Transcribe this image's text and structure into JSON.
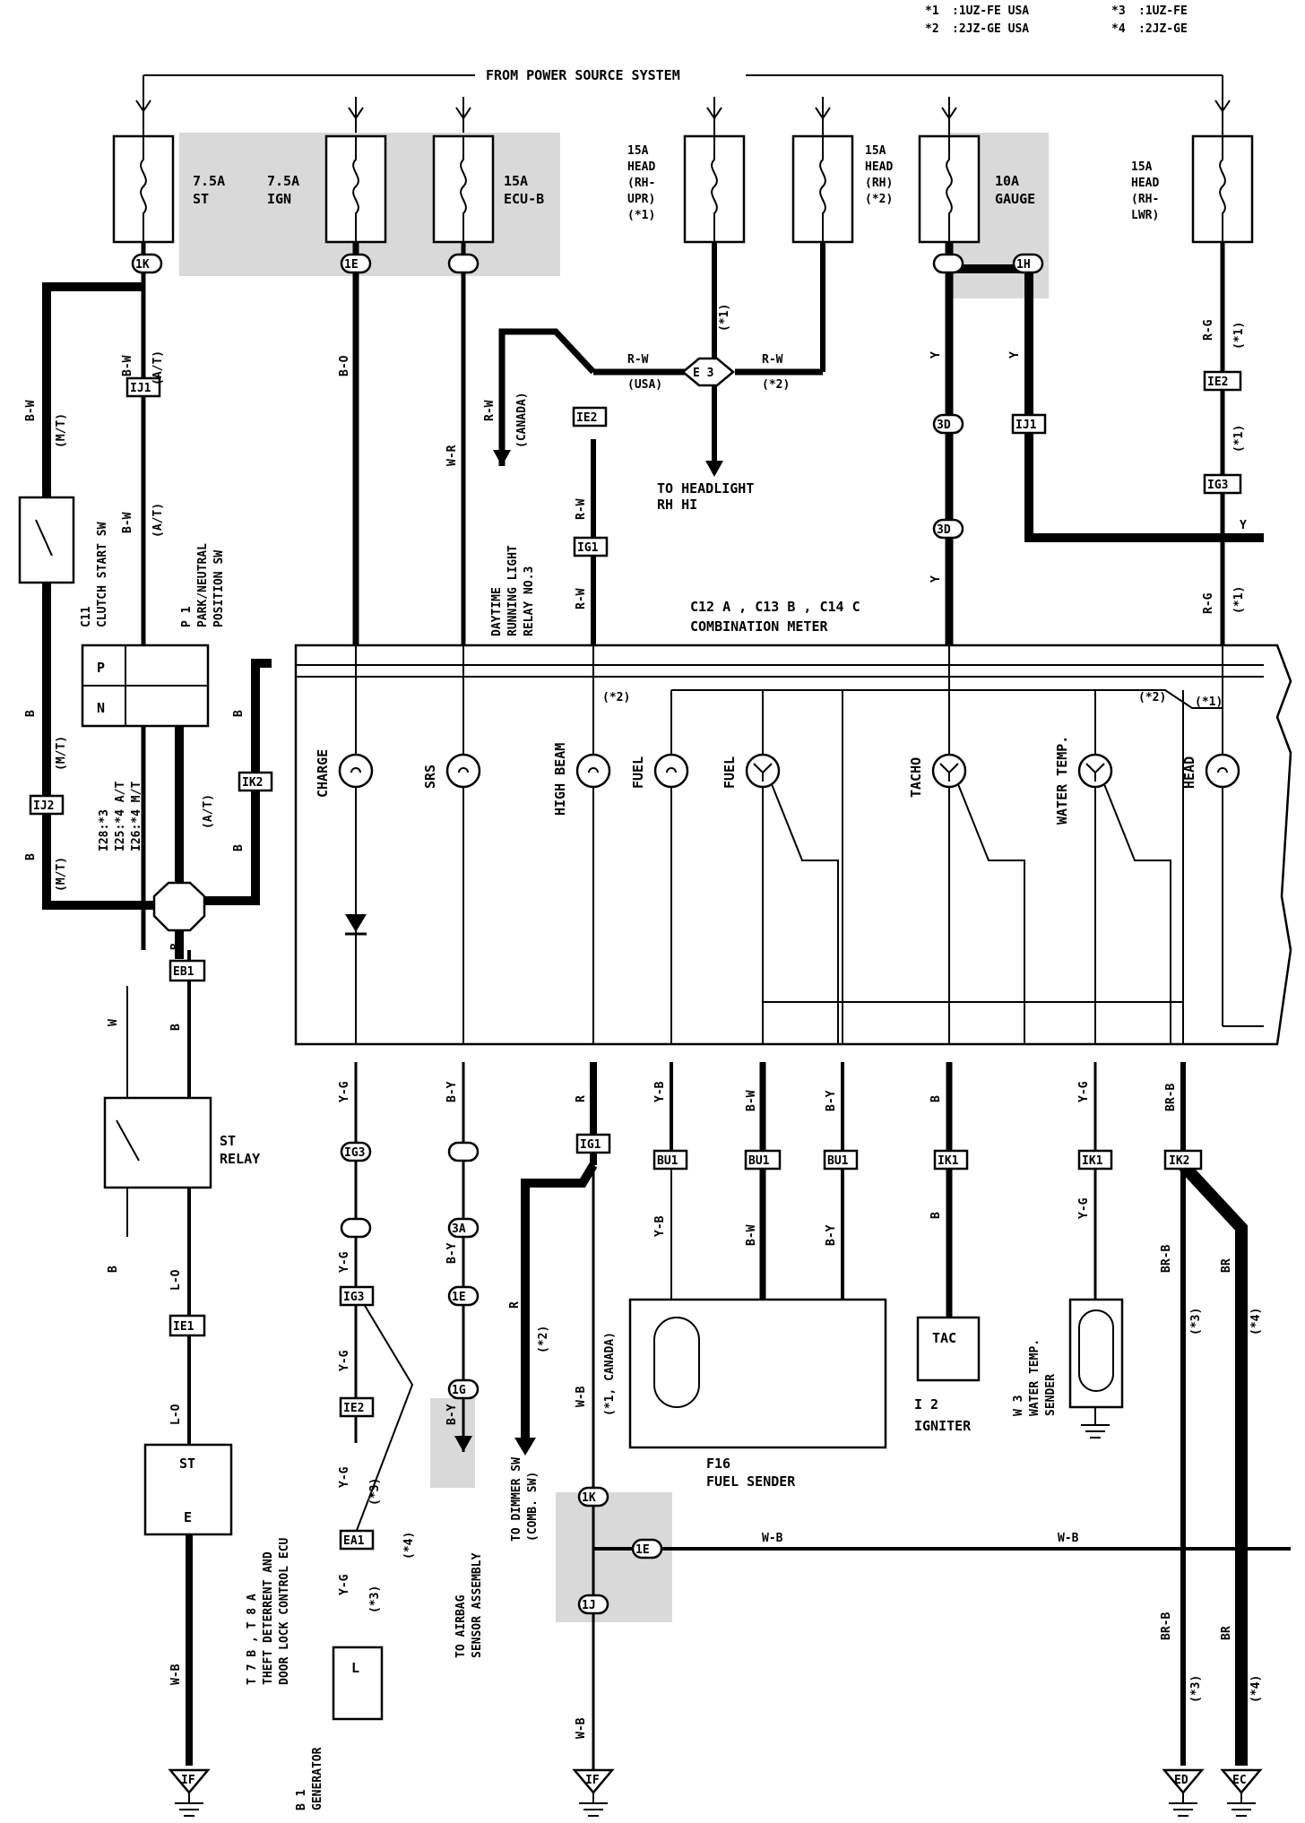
{
  "legend": [
    {
      "code": "*1",
      "text": ":1UZ-FE USA"
    },
    {
      "code": "*3",
      "text": ":1UZ-FE"
    },
    {
      "code": "*2",
      "text": ":2JZ-GE USA"
    },
    {
      "code": "*4",
      "text": ":2JZ-GE"
    }
  ],
  "power_source": "FROM POWER SOURCE SYSTEM",
  "fuses": [
    {
      "id": "fuse-st",
      "rating": "7.5A",
      "name": "ST"
    },
    {
      "id": "fuse-ign",
      "rating": "7.5A",
      "name": "IGN"
    },
    {
      "id": "fuse-ecu-b",
      "rating": "15A",
      "name": "ECU-B"
    },
    {
      "id": "fuse-head-rh-upr",
      "lines": [
        "15A",
        "HEAD",
        "(RH-",
        "UPR)",
        "(*1)"
      ]
    },
    {
      "id": "fuse-head-rh",
      "lines": [
        "15A",
        "HEAD",
        "(RH)",
        "(*2)"
      ]
    },
    {
      "id": "fuse-gauge",
      "rating": "10A",
      "name": "GAUGE"
    },
    {
      "id": "fuse-head-rh-lwr",
      "lines": [
        "15A",
        "HEAD",
        "(RH-",
        "LWR)"
      ]
    }
  ],
  "components": {
    "combination_meter_ref": "C12 A , C13 B , C14 C",
    "combination_meter": "COMBINATION METER",
    "clutch_start_sw": [
      "C11",
      "CLUTCH START SW"
    ],
    "park_neutral_sw": [
      "P 1",
      "PARK/NEUTRAL",
      "POSITION SW"
    ],
    "junction_note": [
      "I28:*3",
      "I25:*4 A/T",
      "I26:*4 M/T"
    ],
    "st_relay": [
      "ST",
      "RELAY"
    ],
    "theft_ecu": [
      "T 7 B , T 8 A",
      "THEFT DETERRENT AND",
      "DOOR LOCK CONTROL ECU"
    ],
    "theft_ecu_pins": [
      "ST",
      "E"
    ],
    "generator": [
      "B 1",
      "GENERATOR"
    ],
    "generator_pin": "L",
    "airbag": [
      "TO AIRBAG",
      "SENSOR ASSEMBLY"
    ],
    "dimmer": [
      "TO DIMMER SW",
      "(COMB. SW)"
    ],
    "drl": [
      "DAYTIME",
      "RUNNING LIGHT",
      "RELAY NO.3"
    ],
    "headlight": [
      "TO HEADLIGHT",
      "RH HI"
    ],
    "fuel_sender": [
      "F16",
      "FUEL SENDER"
    ],
    "igniter": [
      "I 2",
      "IGNITER"
    ],
    "igniter_pin": "TAC",
    "water_temp_sender": [
      "W 3",
      "WATER TEMP.",
      "SENDER"
    ]
  },
  "gauges": [
    "CHARGE",
    "SRS",
    "HIGH BEAM",
    "FUEL",
    "FUEL",
    "TACHO",
    "WATER TEMP.",
    "HEAD"
  ],
  "connectors": [
    "1K",
    "IJ1",
    "IJ2",
    "IK2",
    "EB1",
    "IE1",
    "1E",
    "IG1",
    "IE2",
    "IG3",
    "3A",
    "3D",
    "1H",
    "IJ1",
    "IE2",
    "IG3",
    "3D",
    "IG1",
    "BU1",
    "BU1",
    "BU1",
    "IK1",
    "IK1",
    "IK2",
    "IE2",
    "EA1",
    "IG3",
    "1E",
    "1G",
    "1K",
    "1E",
    "1J"
  ],
  "wire_colors": [
    "B-W",
    "B-O",
    "W-R",
    "R-W",
    "R-G",
    "Y",
    "B",
    "L-O",
    "W-B",
    "Y-G",
    "B-Y",
    "R",
    "Y-B",
    "B-W",
    "BR-B",
    "BR",
    "W"
  ],
  "notes": [
    "(M/T)",
    "(A/T)",
    "(CANADA)",
    "(USA)",
    "(*1)",
    "(*2)",
    "(*3)",
    "(*4)",
    "(*1, CANADA)"
  ],
  "grounds": [
    "IF",
    "IF",
    "ED",
    "EC"
  ],
  "junction": "E 3"
}
